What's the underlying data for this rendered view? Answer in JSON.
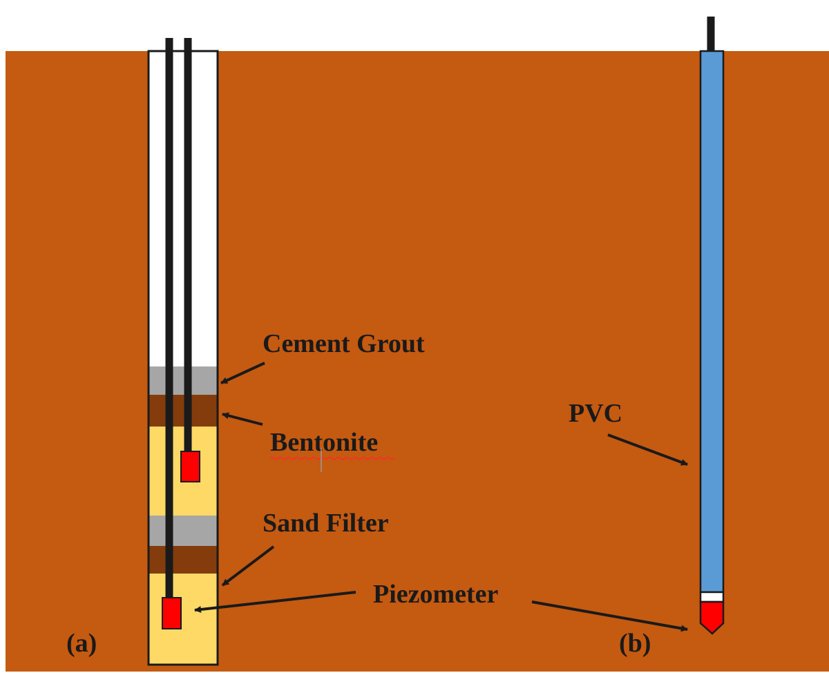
{
  "labels": {
    "cement_grout": "Cement Grout",
    "bentonite": "Bentonite",
    "sand_filter": "Sand Filter",
    "piezometer": "Piezometer",
    "pvc": "PVC",
    "panel_a": "(a)",
    "panel_b": "(b)"
  },
  "colors": {
    "soil": "#c55a11",
    "grout": "#a6a6a6",
    "bentonite": "#843c0c",
    "sand": "#ffd966",
    "borehole_fill": "#ffffff",
    "tube": "#1a1a1a",
    "sensor": "#ff0000",
    "pvc": "#5b9bd5",
    "text": "#1a1a1a"
  }
}
